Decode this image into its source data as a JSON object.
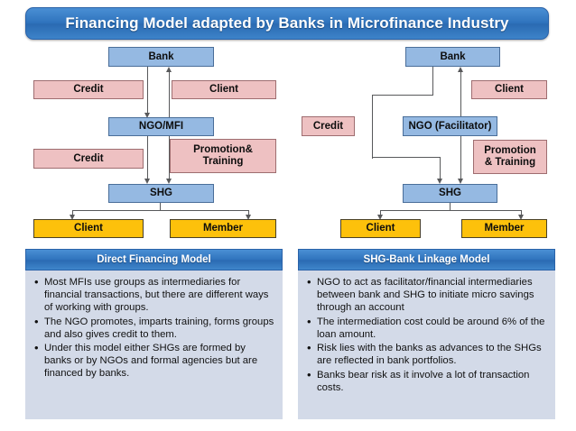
{
  "title": "Financing Model adapted by Banks in Microfinance Industry",
  "colors": {
    "title_bar": "#2f73bd",
    "blue_node": "#95b9e2",
    "pink_node": "#eec1c2",
    "gold_node": "#fdc10b",
    "panel_body": "#d3dae8",
    "connector": "#58595b"
  },
  "diagrams": {
    "left": {
      "nodes": {
        "bank": "Bank",
        "credit_top": "Credit",
        "client_top": "Client",
        "ngo": "NGO/MFI",
        "credit_mid": "Credit",
        "promotion": "Promotion&\nTraining",
        "promotion_line1": "Promotion&",
        "promotion_line2": "Training",
        "shg": "SHG",
        "client_bottom": "Client",
        "member_bottom": "Member"
      }
    },
    "right": {
      "nodes": {
        "bank": "Bank",
        "client_top": "Client",
        "credit_mid": "Credit",
        "ngo": "NGO (Facilitator)",
        "promotion_line1": "Promotion",
        "promotion_line2": "& Training",
        "shg": "SHG",
        "client_bottom": "Client",
        "member_bottom": "Member"
      }
    }
  },
  "panels": [
    {
      "heading": "Direct Financing Model",
      "bullets": [
        "Most MFIs use groups as intermediaries for financial transactions, but there are different ways of working with groups.",
        "The NGO promotes, imparts training, forms groups and also gives credit to them.",
        "Under this model either SHGs are formed by banks or by NGOs and formal agencies but are financed by banks."
      ]
    },
    {
      "heading": "SHG-Bank Linkage Model",
      "bullets": [
        "NGO to act as facilitator/financial intermediaries between bank and  SHG to initiate micro savings through an account",
        "The intermediation cost could be around 6% of the loan amount.",
        "Risk lies with the banks as advances to the SHGs are reflected in bank portfolios.",
        "Banks bear risk as it involve a lot of transaction costs."
      ]
    }
  ]
}
